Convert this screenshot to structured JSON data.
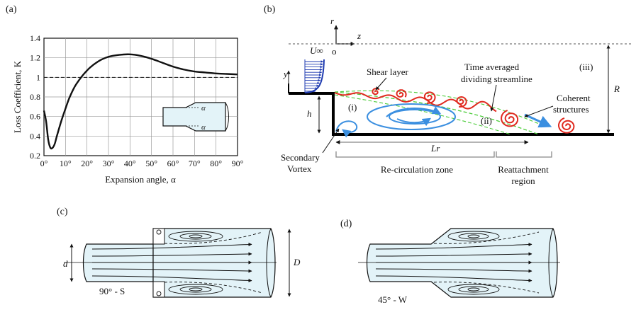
{
  "panels": {
    "a": {
      "label": "(a)",
      "ylabel": "Loss Coefficient, K",
      "xlabel": "Expansion angle, α",
      "inset_angle": "α",
      "yticks": [
        "0.2",
        "0.4",
        "0.6",
        "0.8",
        "1",
        "1.2",
        "1.4"
      ],
      "xticks": [
        "0°",
        "10°",
        "20°",
        "30°",
        "40°",
        "50°",
        "60°",
        "70°",
        "80°",
        "90°"
      ]
    },
    "b": {
      "label": "(b)",
      "axis_r": "r",
      "axis_z": "z",
      "origin": "o",
      "axis_y": "y",
      "u_inf": "U∞",
      "h": "h",
      "R": "R",
      "Lr": "Lr",
      "region_i": "(i)",
      "region_ii": "(ii)",
      "region_iii": "(iii)",
      "shear_layer": "Shear layer",
      "streamline_1": "Time averaged",
      "streamline_2": "dividing streamline",
      "coherent_1": "Coherent",
      "coherent_2": "structures",
      "secondary_1": "Secondary",
      "secondary_2": "Vortex",
      "recirc": "Re-circulation zone",
      "reattach_1": "Reattachment",
      "reattach_2": "region"
    },
    "c": {
      "label": "(c)",
      "d": "d",
      "D": "D",
      "caption": "90° - S"
    },
    "d": {
      "label": "(d)",
      "caption": "45° - W"
    }
  },
  "chart_data": {
    "type": "line",
    "title": "",
    "xlabel": "Expansion angle, α",
    "ylabel": "Loss Coefficient, K",
    "xlim": [
      0,
      90
    ],
    "ylim": [
      0.2,
      1.4
    ],
    "grid": true,
    "reference_line": 1.0,
    "x": [
      0,
      1,
      2,
      3,
      4,
      5,
      6,
      8,
      10,
      12,
      15,
      20,
      25,
      30,
      35,
      40,
      45,
      50,
      55,
      60,
      65,
      70,
      75,
      80,
      85,
      90
    ],
    "y": [
      0.66,
      0.55,
      0.36,
      0.28,
      0.28,
      0.32,
      0.4,
      0.55,
      0.68,
      0.8,
      0.93,
      1.07,
      1.16,
      1.21,
      1.23,
      1.235,
      1.22,
      1.19,
      1.15,
      1.11,
      1.08,
      1.06,
      1.05,
      1.04,
      1.035,
      1.03
    ],
    "colors": {
      "curve": "#111111",
      "inset_fill": "#e3f3f8"
    }
  }
}
